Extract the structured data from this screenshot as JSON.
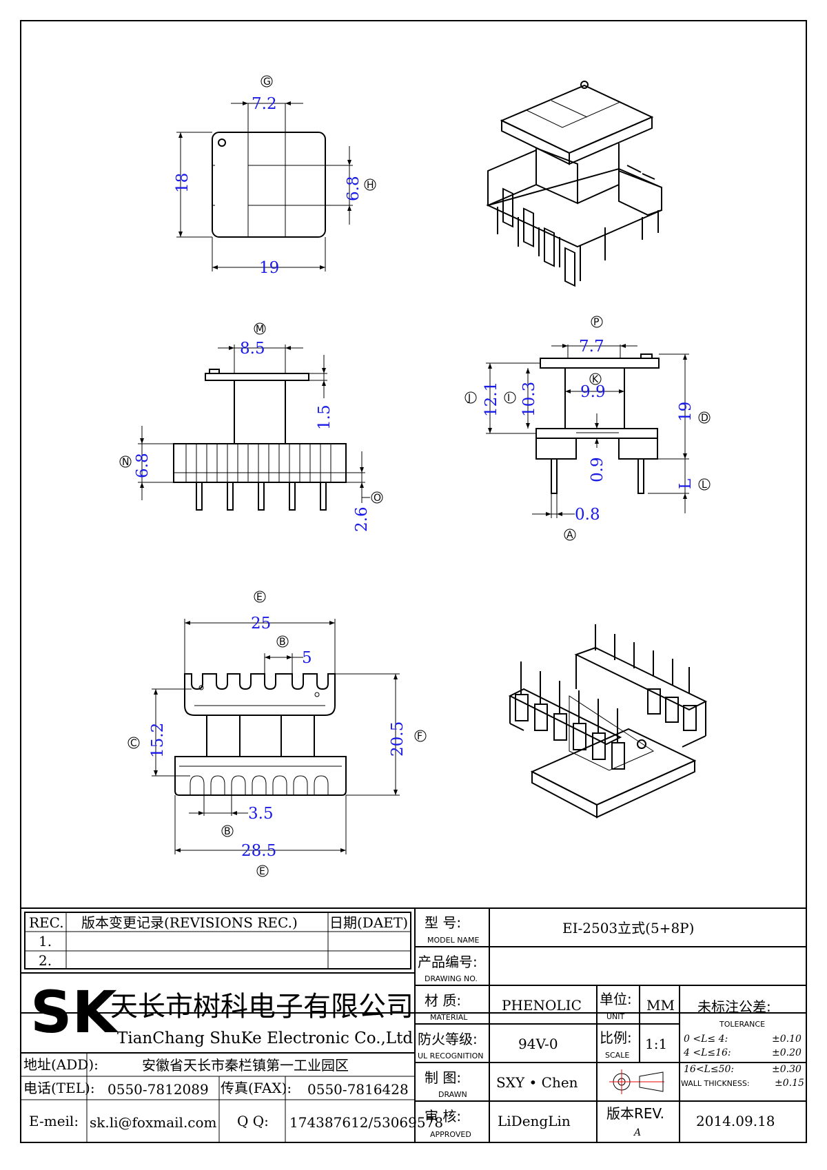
{
  "top_view": {
    "label_g": "G",
    "dim_g": "7.2",
    "label_h": "H",
    "dim_h": "6.8",
    "dim_height": "18",
    "dim_width": "19"
  },
  "side_view": {
    "label_m": "M",
    "dim_m": "8.5",
    "dim_flange": "1.5",
    "label_n": "N",
    "dim_n": "6.8",
    "label_o": "O",
    "dim_o": "2.6"
  },
  "front_view": {
    "label_p": "P",
    "dim_p": "7.7",
    "label_k": "K",
    "dim_k": "9.9",
    "label_j": "J",
    "dim_j": "12.1",
    "label_i": "I",
    "dim_i": "10.3",
    "label_d": "D",
    "dim_d": "19",
    "dim_gap": "0.9",
    "label_l": "L",
    "dim_l": "L",
    "label_a": "A",
    "dim_a": "0.8"
  },
  "bottom_view": {
    "label_e_top": "E",
    "dim_e_top": "25",
    "label_b_top": "B",
    "dim_b_top": "5",
    "label_c": "C",
    "dim_c": "15.2",
    "label_f": "F",
    "dim_f": "20.5",
    "dim_b_bottom": "3.5",
    "label_b_bottom": "B",
    "dim_e_bottom": "28.5",
    "label_e_bottom": "E"
  },
  "title_block": {
    "rev_header": "REC.",
    "rev_desc_header": "版本变更记录(REVISIONS REC.)",
    "rev_date_header": "日期(DAET)",
    "rev_rows": [
      "1.",
      "2."
    ],
    "model_label": "型    号:",
    "model_label_en": "MODEL NAME",
    "model_value": "EI-2503立式(5+8P)",
    "drawing_label": "产品编号:",
    "drawing_label_en": "DRAWING NO.",
    "drawing_value": "",
    "company_cn": "天长市树科电子有限公司",
    "company_en": "TianChang ShuKe Electronic Co.,Ltd",
    "logo_text": "SK",
    "material_label": "材    质:",
    "material_label_en": "MATERIAL",
    "material_value": "PHENOLIC",
    "unit_label": "单位:",
    "unit_label_en": "UNIT",
    "unit_value": "MM",
    "tolerance_title": "未标注公差:",
    "tolerance_title_en": "TOLERANCE",
    "tolerance_rows": [
      {
        "range": "0  <L≤ 4:",
        "value": "±0.10"
      },
      {
        "range": "4  <L≤16:",
        "value": "±0.20"
      },
      {
        "range": "16<L≤50:",
        "value": "±0.30"
      }
    ],
    "wall_label": "WALL THICKNESS:",
    "wall_value": "±0.15",
    "fire_label": "防火等级:",
    "fire_label_en": "UL RECOGNITION",
    "fire_value": "94V-0",
    "scale_label": "比例:",
    "scale_label_en": "SCALE",
    "scale_value": "1:1",
    "drawn_label": "制    图:",
    "drawn_label_en": "DRAWN",
    "drawn_value": "SXY • Chen",
    "approved_label": "审    核:",
    "approved_label_en": "APPROVED",
    "approved_value": "LiDengLin",
    "rev_label": "版本REV.",
    "rev_value": "A",
    "date_value": "2014.09.18",
    "address_label": "地址(ADD):",
    "address_value": "安徽省天长市秦栏镇第一工业园区",
    "tel_label": "电话(TEL):",
    "tel_value": "0550-7812089",
    "fax_label": "传真(FAX):",
    "fax_value": "0550-7816428",
    "email_label": "E-meil:",
    "email_value": "sk.li@foxmail.com",
    "qq_label": "Q Q:",
    "qq_value": "174387612/53069578"
  }
}
